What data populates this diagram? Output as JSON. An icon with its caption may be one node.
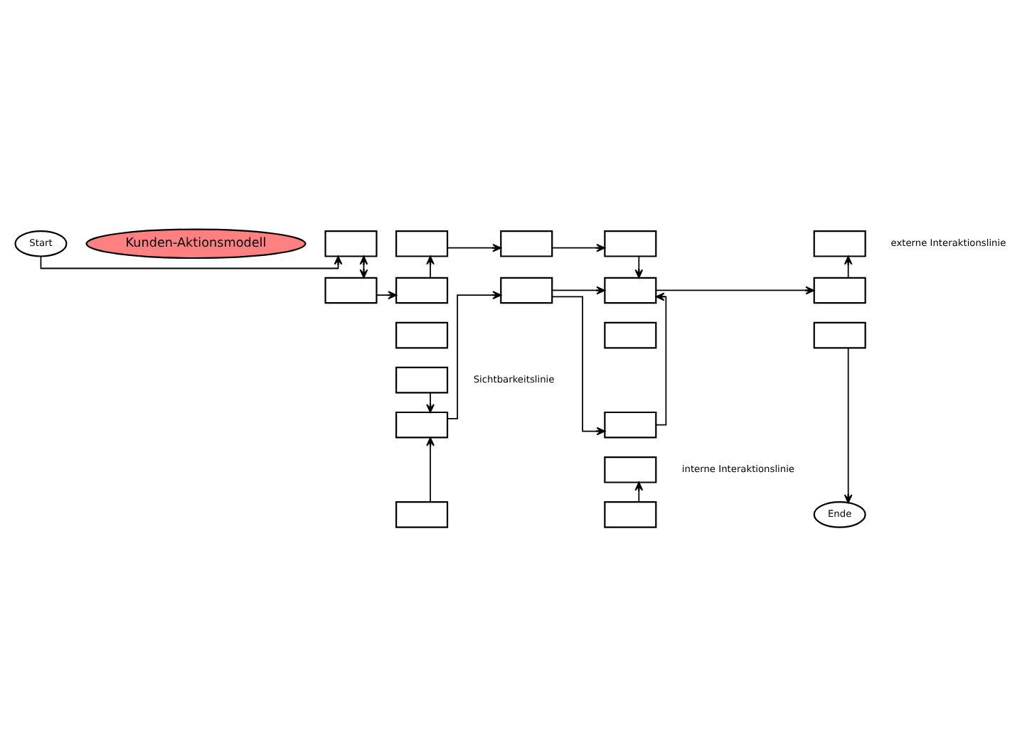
{
  "diagram": {
    "nodes": [
      {
        "text": [
          "Start"
        ]
      },
      {
        "text": [
          "Kunden-Aktionsmodell"
        ]
      },
      {
        "text": [],
        "shape": "box"
      },
      {
        "text": [],
        "shape": "box"
      },
      {
        "text": [],
        "shape": "box"
      },
      {
        "text": [],
        "shape": "box"
      },
      {
        "text": [],
        "shape": "box"
      },
      {
        "text": [],
        "shape": "box"
      },
      {
        "text": [],
        "shape": "box"
      },
      {
        "text": [],
        "shape": "box"
      },
      {
        "text": [],
        "shape": "box"
      },
      {
        "text": [],
        "shape": "box"
      },
      {
        "text": [],
        "shape": "box"
      },
      {
        "text": [],
        "shape": "box"
      },
      {
        "text": [],
        "shape": "box"
      },
      {
        "text": [],
        "shape": "box"
      },
      {
        "text": [],
        "shape": "box"
      },
      {
        "text": [],
        "shape": "box"
      },
      {
        "text": [],
        "shape": "box"
      },
      {
        "text": [],
        "shape": "box"
      },
      {
        "text": [],
        "shape": "box"
      },
      {
        "text": [
          "Ende"
        ]
      }
    ],
    "edges": [
      {
        "from": 0,
        "to": 2,
        "arrow": "to"
      },
      {
        "from": 3,
        "to": 4,
        "arrow": "to"
      },
      {
        "from": 4,
        "to": 5,
        "arrow": "to"
      },
      {
        "from": 2,
        "to": 7,
        "arrow": "both"
      },
      {
        "from": 8,
        "to": 3,
        "arrow": "to"
      },
      {
        "from": 5,
        "to": 12,
        "arrow": "to"
      },
      {
        "from": 14,
        "to": 6,
        "arrow": "to"
      },
      {
        "from": 7,
        "to": 8,
        "arrow": "to"
      },
      {
        "from": 10,
        "to": 16,
        "arrow": "to"
      },
      {
        "from": 16,
        "to": 11,
        "arrow": "to"
      },
      {
        "from": 11,
        "to": 12,
        "arrow": "to"
      },
      {
        "from": 11,
        "to": 17,
        "arrow": "to"
      },
      {
        "from": 17,
        "to": 12,
        "arrow": "to"
      },
      {
        "from": 12,
        "to": 14,
        "arrow": "to"
      },
      {
        "from": 15,
        "to": 21,
        "arrow": "to"
      },
      {
        "from": 19,
        "to": 16,
        "arrow": "to"
      },
      {
        "from": 20,
        "to": 18,
        "arrow": "to"
      }
    ],
    "labels": [
      "externe Interaktionslinie",
      "Sichtbarkeitslinie",
      "interne Interaktionslinie"
    ]
  }
}
